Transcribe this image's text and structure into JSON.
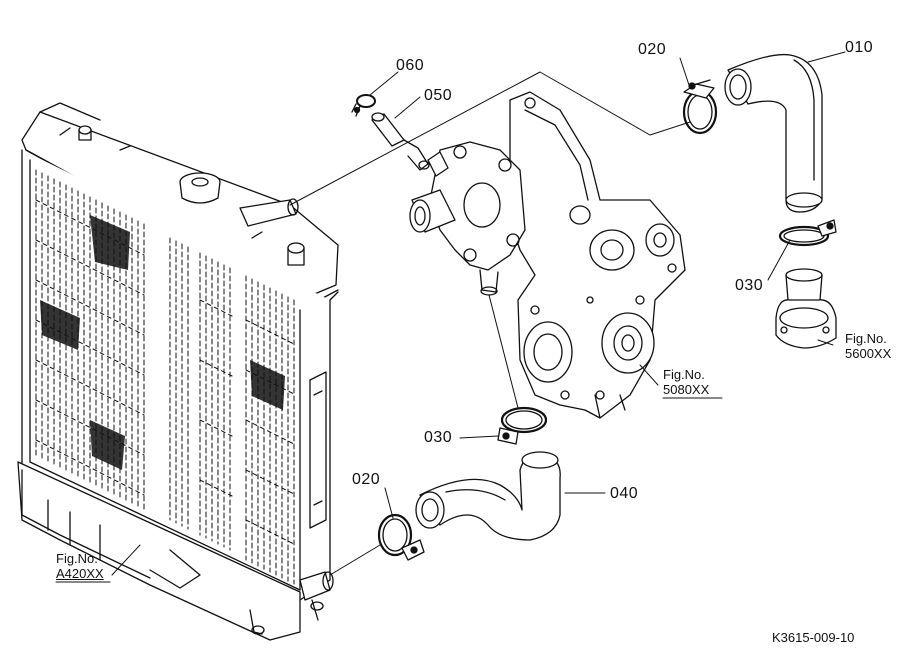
{
  "labels": {
    "p010": "010",
    "p020_top": "020",
    "p020_bottom": "020",
    "p030_right": "030",
    "p030_mid": "030",
    "p040": "040",
    "p050": "050",
    "p060": "060"
  },
  "figure_refs": {
    "radiator": {
      "prefix": "Fig.No.",
      "number": "A420XX"
    },
    "gear_case": {
      "prefix": "Fig.No.",
      "number": "5080XX"
    },
    "thermostat": {
      "prefix": "Fig.No.",
      "number": "5600XX"
    }
  },
  "drawing_code": "K3615-009-10",
  "colors": {
    "ink": "#111111",
    "paper": "#ffffff"
  }
}
